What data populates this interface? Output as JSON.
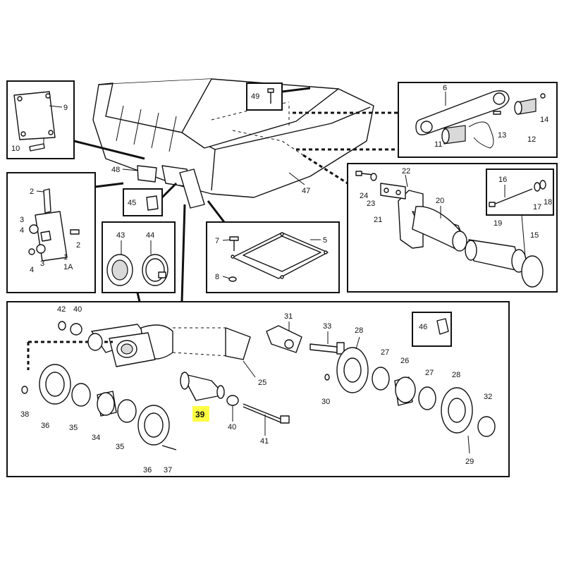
{
  "highlight_color": "#ffff44",
  "highlighted_part": "39",
  "callouts": {
    "c1": "1",
    "c1A": "1A",
    "c2a": "2",
    "c2b": "2",
    "c3a": "3",
    "c3b": "3",
    "c4a": "4",
    "c4b": "4",
    "c5": "5",
    "c6": "6",
    "c7": "7",
    "c8": "8",
    "c9": "9",
    "c10": "10",
    "c11": "11",
    "c12": "12",
    "c13": "13",
    "c14": "14",
    "c15": "15",
    "c16": "16",
    "c17": "17",
    "c18": "18",
    "c19": "19",
    "c20": "20",
    "c21": "21",
    "c22": "22",
    "c23": "23",
    "c24": "24",
    "c25": "25",
    "c26": "26",
    "c27a": "27",
    "c27b": "27",
    "c28a": "28",
    "c28b": "28",
    "c29": "29",
    "c30": "30",
    "c31": "31",
    "c32": "32",
    "c33": "33",
    "c34": "34",
    "c35a": "35",
    "c35b": "35",
    "c36a": "36",
    "c36b": "36",
    "c37": "37",
    "c38": "38",
    "c39": "39",
    "c40a": "40",
    "c40b": "40",
    "c41": "41",
    "c42": "42",
    "c43": "43",
    "c44": "44",
    "c45": "45",
    "c46": "46",
    "c47": "47",
    "c48": "48",
    "c49": "49"
  }
}
